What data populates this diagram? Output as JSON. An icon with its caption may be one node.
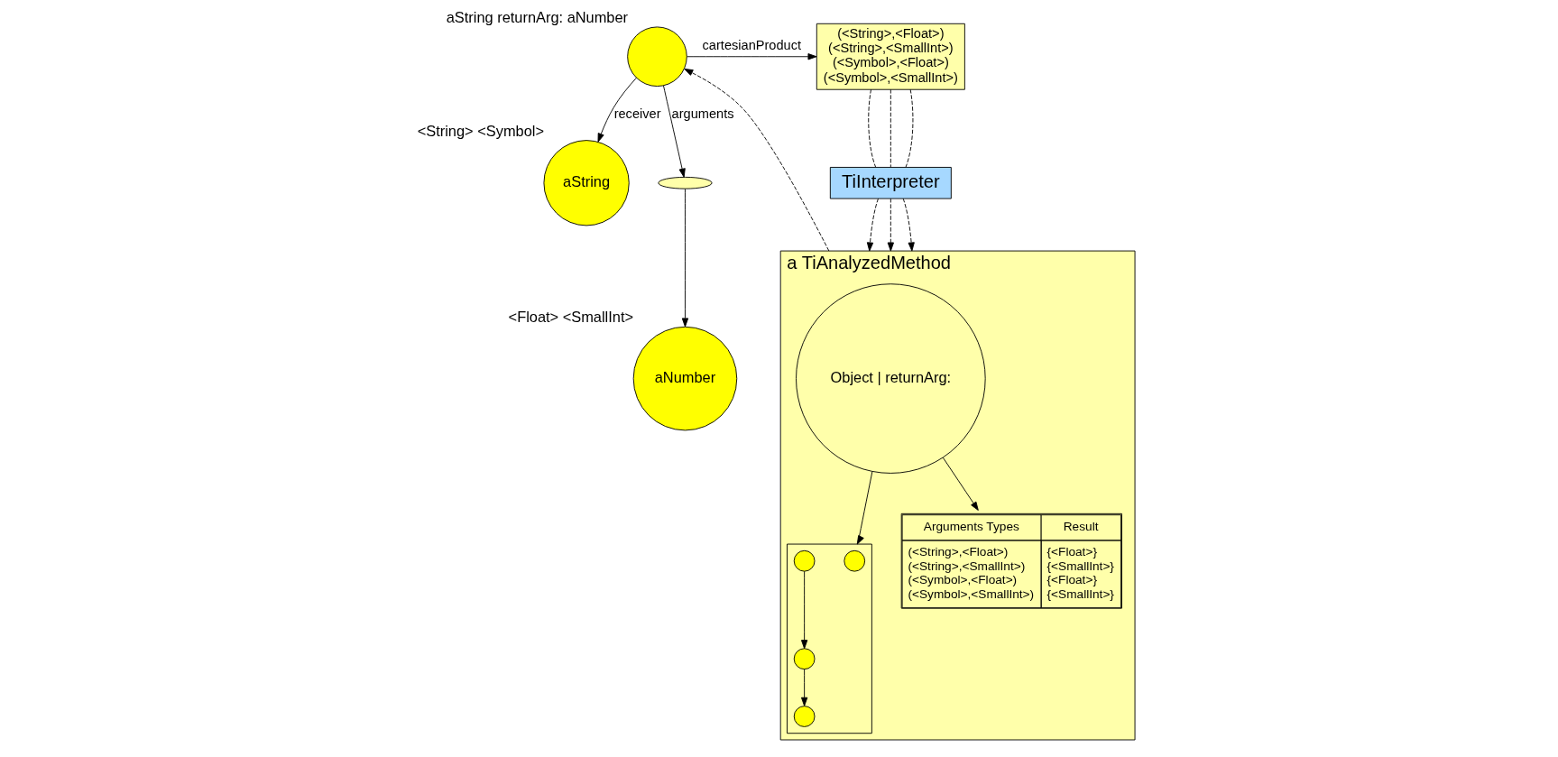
{
  "diagram": {
    "nodes": [
      {
        "text": [
          "aString returnArg: aNumber"
        ]
      },
      {
        "text": [
          "(<String>,<Float>)",
          "(<String>,<SmallInt>)",
          "(<Symbol>,<Float>)",
          "(<Symbol>,<SmallInt>)"
        ]
      },
      {
        "text": [],
        "shape": "ellipse"
      },
      {
        "text": [
          "aString"
        ],
        "beside": [
          "<String> <Symbol>"
        ]
      },
      {
        "text": [
          "aNumber"
        ],
        "beside": [
          "<Float> <SmallInt>"
        ]
      },
      {
        "text": [
          "TiInterpreter"
        ]
      },
      {
        "text": [
          "a TiAnalyzedMethod"
        ]
      },
      {
        "text": [
          "Object | returnArg:"
        ],
        "in": 6
      },
      {
        "text": [],
        "shape": "box",
        "in": 6
      },
      {
        "text": [],
        "shape": "circle",
        "in": 8
      },
      {
        "text": [],
        "shape": "circle",
        "in": 8
      },
      {
        "text": [],
        "shape": "circle",
        "in": 8
      },
      {
        "text": [],
        "shape": "circle",
        "in": 8
      },
      {
        "text": [
          "Arguments Types",
          "Result",
          "(<String>,<Float>)",
          "{<Float>}",
          "(<String>,<SmallInt>)",
          "{<SmallInt>}",
          "(<Symbol>,<Float>)",
          "{<Float>}",
          "(<Symbol>,<SmallInt>)",
          "{<SmallInt>}"
        ],
        "in": 6
      }
    ],
    "edges": [
      {
        "from": 0,
        "to": 1,
        "arrow": "to",
        "label": "cartesianProduct"
      },
      {
        "from": 0,
        "to": 3,
        "arrow": "to",
        "label": "receiver"
      },
      {
        "from": 0,
        "to": 2,
        "arrow": "to",
        "label": "arguments"
      },
      {
        "from": 2,
        "to": 4,
        "arrow": "to"
      },
      {
        "from": 1,
        "to": 5,
        "arrow": "none",
        "style": "dashed"
      },
      {
        "from": 1,
        "to": 5,
        "arrow": "none",
        "style": "dashed"
      },
      {
        "from": 1,
        "to": 5,
        "arrow": "none",
        "style": "dashed"
      },
      {
        "from": 5,
        "to": 6,
        "arrow": "to",
        "style": "dashed"
      },
      {
        "from": 5,
        "to": 6,
        "arrow": "to",
        "style": "dashed"
      },
      {
        "from": 5,
        "to": 6,
        "arrow": "to",
        "style": "dashed"
      },
      {
        "from": 7,
        "to": 8,
        "arrow": "to"
      },
      {
        "from": 7,
        "to": 13,
        "arrow": "to"
      },
      {
        "from": 10,
        "to": 11,
        "arrow": "to"
      },
      {
        "from": 11,
        "to": 12,
        "arrow": "to"
      },
      {
        "from": 6,
        "to": 0,
        "arrow": "to",
        "style": "dashed"
      }
    ]
  }
}
